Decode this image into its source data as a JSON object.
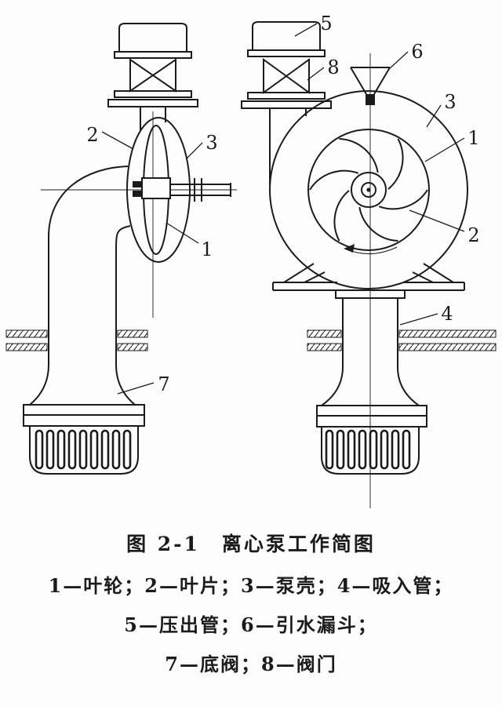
{
  "colors": {
    "ink": "#1b1b1b",
    "paper": "#fdfdfd"
  },
  "callouts": {
    "impeller": "1",
    "blade": "2",
    "pump_casing": "3",
    "suction_pipe": "4",
    "discharge_pipe": "5",
    "priming_funnel": "6",
    "foot_valve": "7",
    "valve": "8"
  },
  "caption": {
    "title": "图 2-1　离心泵工作简图",
    "legend_line1": "1—叶轮；2—叶片；3—泵壳；4—吸入管；",
    "legend_line2": "5—压出管；6—引水漏斗；",
    "legend_line3": "7—底阀；8—阀门"
  }
}
